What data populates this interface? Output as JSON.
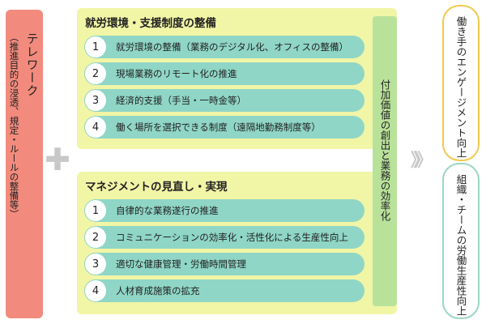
{
  "left": {
    "title": "テレワーク",
    "subtitle": "（推進目的の浸透、規定・ルールの整備等）"
  },
  "plus": "✚",
  "top_panel": {
    "title": "就労環境・支援制度の整備",
    "items": [
      {
        "num": "1",
        "text": "就労環境の整備（業務のデジタル化、オフィスの整備）"
      },
      {
        "num": "2",
        "text": "現場業務のリモート化の推進"
      },
      {
        "num": "3",
        "text": "経済的支援（手当・一時金等）"
      },
      {
        "num": "4",
        "text": "働く場所を選択できる制度（遠隔地勤務制度等）"
      }
    ]
  },
  "bottom_panel": {
    "title": "マネジメントの見直し・実現",
    "items": [
      {
        "num": "1",
        "text": "自律的な業務遂行の推進"
      },
      {
        "num": "2",
        "text": "コミュニケーションの効率化・活性化による生産性向上"
      },
      {
        "num": "3",
        "text": "適切な健康管理・労働時間管理"
      },
      {
        "num": "4",
        "text": "人材育成施策の拡充"
      }
    ]
  },
  "center": {
    "text": "付加価値の創出と業務の効率化"
  },
  "arrow": "》》",
  "outcomes": {
    "top": "働き手のエンゲージメント向上",
    "bottom": "組織・チームの労働生産性向上"
  },
  "colors": {
    "left_box": "#f28b7d",
    "panel": "#f1f5a6",
    "pill": "#8fd6c6",
    "center_strip": "#b8e29a",
    "outcome_top_border": "#f2c94c",
    "outcome_bottom_border": "#9bd6c4"
  }
}
